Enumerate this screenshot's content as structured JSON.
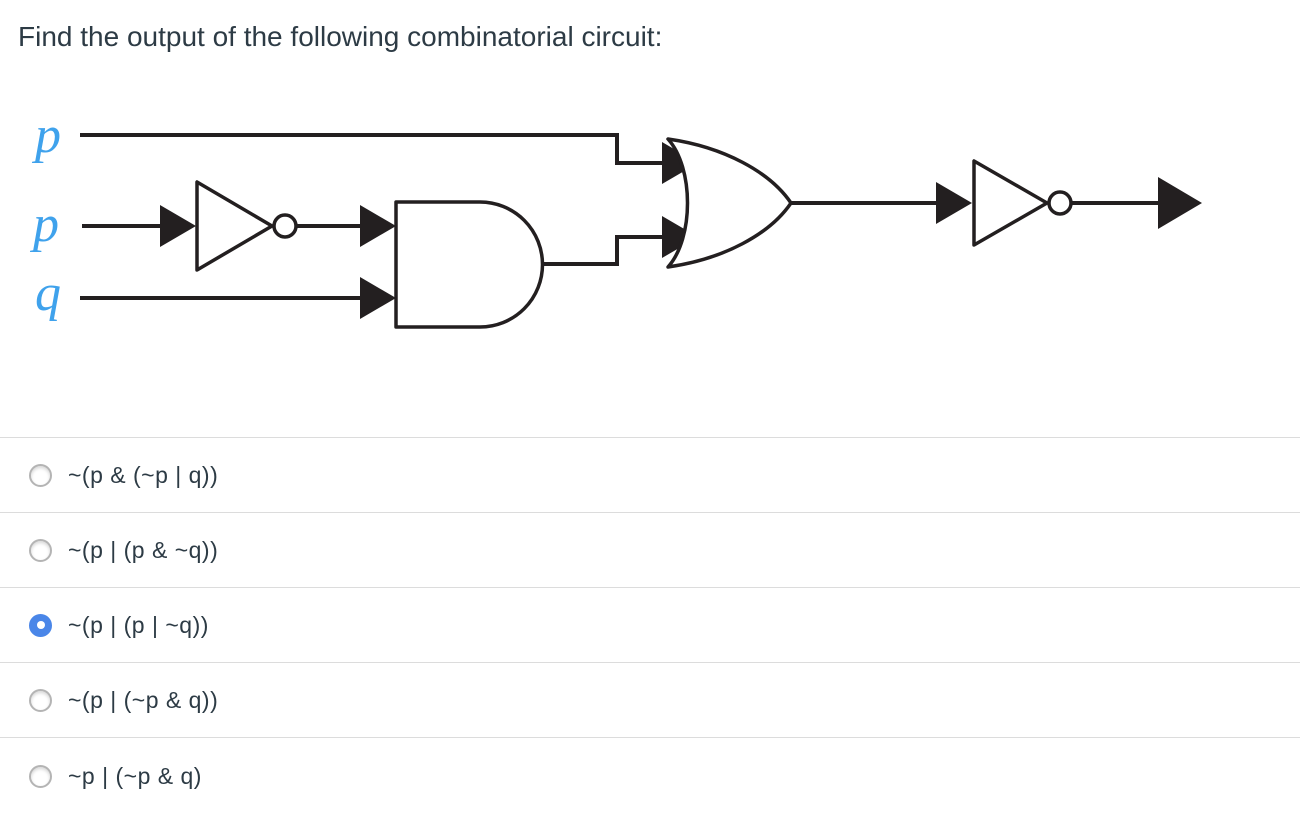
{
  "question": {
    "title": "Find the output of the following combinatorial circuit:"
  },
  "circuit": {
    "inputs": [
      {
        "label": "p"
      },
      {
        "label": "p"
      },
      {
        "label": "q"
      }
    ],
    "gates": [
      "not-gate",
      "and-gate",
      "or-gate",
      "not-gate"
    ],
    "label_color": "#3fa2ec",
    "wire_color": "#231f20"
  },
  "options": [
    {
      "label": "~(p & (~p | q))",
      "selected": false
    },
    {
      "label": "~(p | (p & ~q))",
      "selected": false
    },
    {
      "label": "~(p | (p | ~q))",
      "selected": true
    },
    {
      "label": "~(p | (~p & q))",
      "selected": false
    },
    {
      "label": "~p | (~p & q)",
      "selected": false
    }
  ],
  "colors": {
    "selected_radio": "#4a86e8",
    "divider": "#dcdcdc",
    "text": "#2D3B45"
  }
}
